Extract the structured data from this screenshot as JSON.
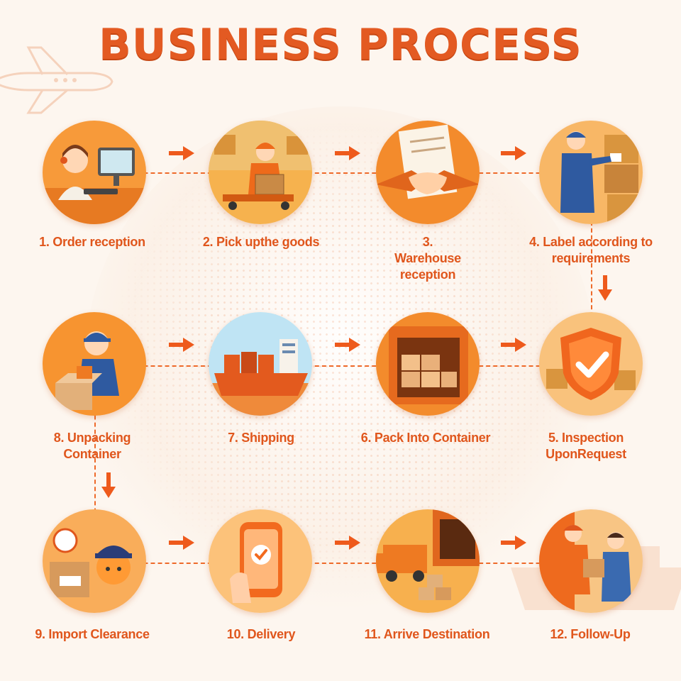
{
  "title": "BUSINESS PROCESS",
  "steps": [
    {
      "label": "1. Order reception",
      "icon": "order-reception-icon"
    },
    {
      "label": "2. Pick upthe goods",
      "icon": "pick-up-goods-icon"
    },
    {
      "label": "3. Warehouse reception",
      "icon": "warehouse-reception-icon"
    },
    {
      "label": "4. Label according to requirements",
      "icon": "label-icon"
    },
    {
      "label": "5. Inspection UponRequest",
      "icon": "inspection-shield-icon"
    },
    {
      "label": "6. Pack Into Container",
      "icon": "container-icon"
    },
    {
      "label": "7. Shipping",
      "icon": "cargo-ship-icon"
    },
    {
      "label": "8. Unpacking Container",
      "icon": "unpacking-icon"
    },
    {
      "label": "9. Import Clearance",
      "icon": "customs-officer-icon"
    },
    {
      "label": "10. Delivery",
      "icon": "phone-check-icon"
    },
    {
      "label": "11. Arrive Destination",
      "icon": "delivery-truck-icon"
    },
    {
      "label": "12. Follow-Up",
      "icon": "handover-icon"
    }
  ],
  "colors": {
    "accent": "#e35a22",
    "line": "#ee6a2a",
    "circle": "#f7922f"
  }
}
